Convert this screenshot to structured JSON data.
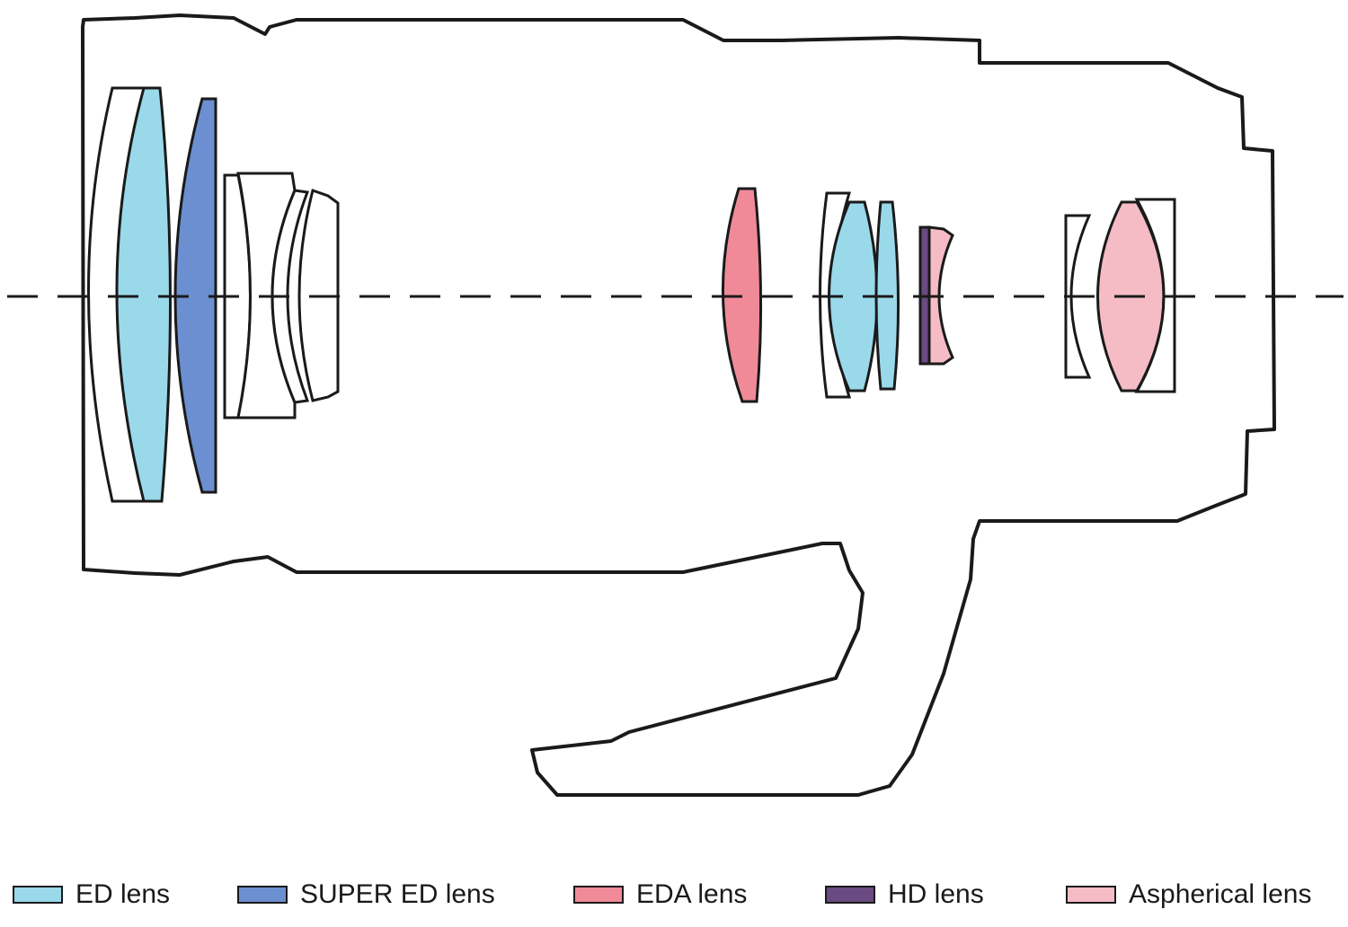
{
  "colors": {
    "outline": "#1a1a1a",
    "background": "#ffffff",
    "ed": "#99d9ea",
    "super_ed": "#6b8fd0",
    "eda": "#f08a99",
    "hd": "#6a4a80",
    "aspherical": "#f6bcc6",
    "plain": "#ffffff"
  },
  "legend": {
    "items": [
      {
        "label": "ED lens",
        "color": "#99d9ea"
      },
      {
        "label": "SUPER ED lens",
        "color": "#6b8fd0"
      },
      {
        "label": "EDA lens",
        "color": "#f08a99"
      },
      {
        "label": "HD lens",
        "color": "#6a4a80"
      },
      {
        "label": "Aspherical lens",
        "color": "#f6bcc6"
      }
    ]
  }
}
